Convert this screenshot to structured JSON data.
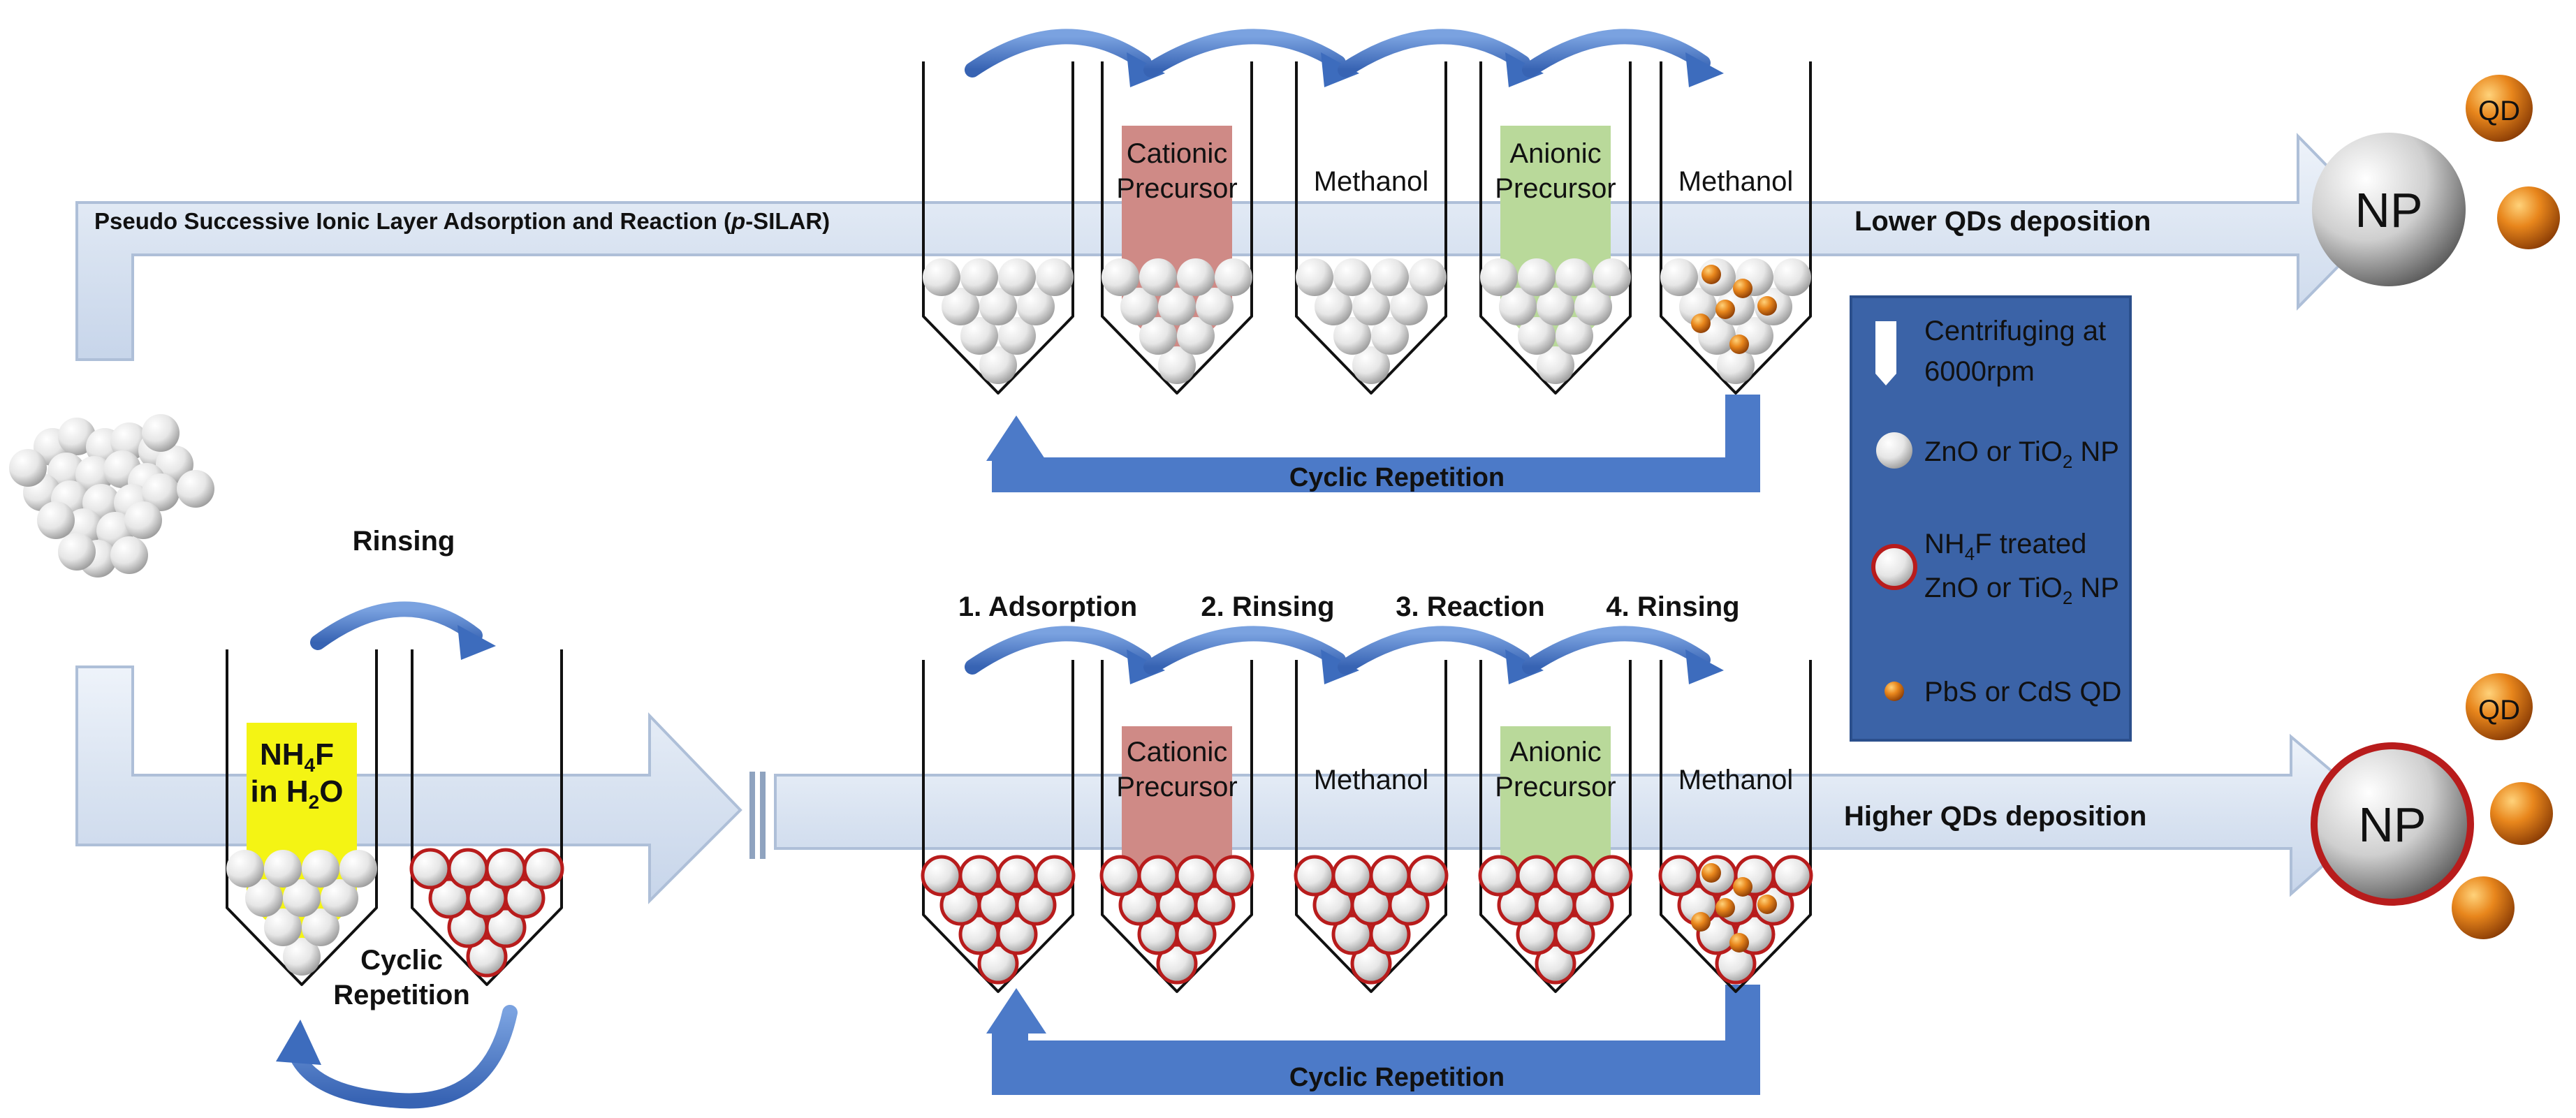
{
  "top_process": {
    "title_prefix": "Pseudo Successive Ionic Layer Adsorption and Reaction (",
    "title_italic": "p",
    "title_suffix": "-SILAR)",
    "tube_labels": [
      "",
      "Cationic\nPrecursor",
      "Methanol",
      "Anionic\nPrecursor",
      "Methanol"
    ],
    "result_text": "Lower QDs deposition",
    "cycle_text": "Cyclic Repetition",
    "np_label": "NP",
    "qd_label": "QD"
  },
  "bottom_process": {
    "step_labels": [
      "1. Adsorption",
      "2. Rinsing",
      "3. Reaction",
      "4. Rinsing"
    ],
    "tube_labels": [
      "",
      "Cationic\nPrecursor",
      "Methanol",
      "Anionic\nPrecursor",
      "Methanol"
    ],
    "result_text": "Higher QDs deposition",
    "cycle_text": "Cyclic Repetition",
    "np_label": "NP",
    "qd_label": "QD"
  },
  "pretreatment": {
    "rinsing_label": "Rinsing",
    "reagent_main": "NH",
    "reagent_sub": "4",
    "reagent_tail": "F",
    "reagent_line2_main": "in H",
    "reagent_line2_sub": "2",
    "reagent_line2_tail": "O",
    "cycle_line1": "Cyclic",
    "cycle_line2": "Repetition"
  },
  "legend": {
    "centrifuge_line1": "Centrifuging at",
    "centrifuge_line2": "6000rpm",
    "np_main": "ZnO or TiO",
    "np_sub": "2",
    "np_tail": " NP",
    "treated_line1_main": "NH",
    "treated_line1_sub": "4",
    "treated_line1_tail": "F treated",
    "treated_line2_main": "ZnO or TiO",
    "treated_line2_sub": "2",
    "treated_line2_tail": " NP",
    "qd_text": "PbS or CdS QD"
  },
  "colors": {
    "arrow_fill": "#dde6f3",
    "arrow_stroke": "#aebfd8",
    "curved_arrow": "#4a78c4",
    "cycle_band": "#4c7ac8",
    "legend_bg": "#3b63a7",
    "cationic": "#cf8a86",
    "anionic": "#b9d99a",
    "nh4f": "#f4f414",
    "lower_text": "#e8342e",
    "higher_text": "#3fae49",
    "treated_ring": "#b81c1c",
    "qd_orange": "#e07b14"
  }
}
